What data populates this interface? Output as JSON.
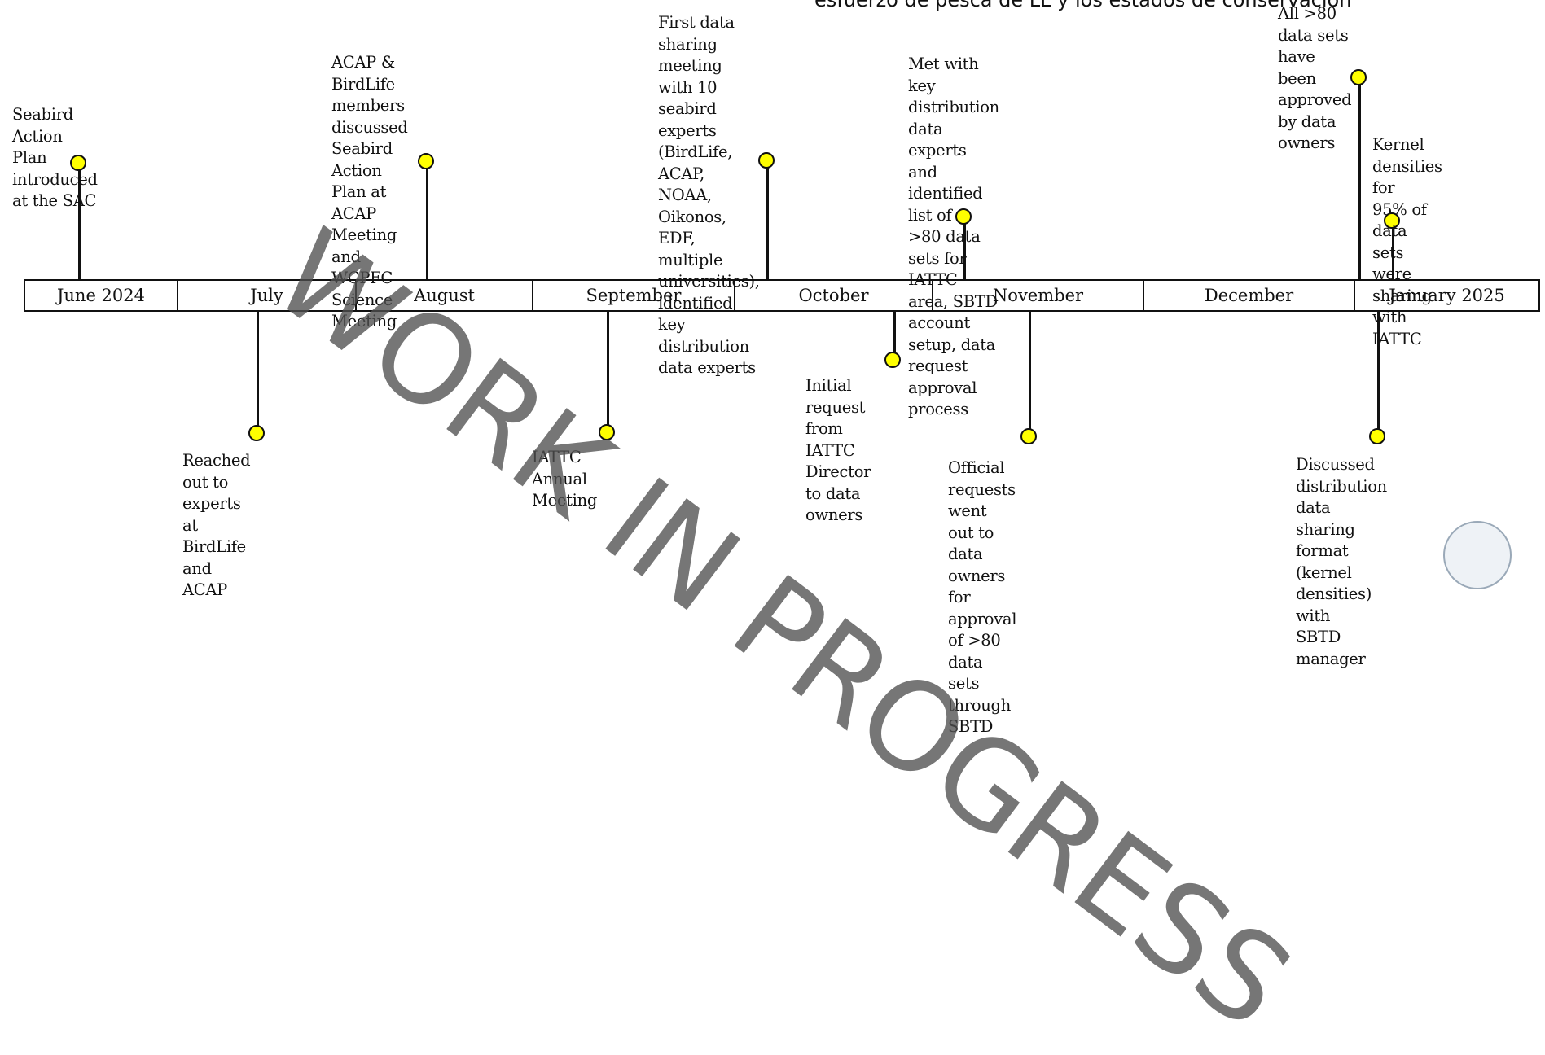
{
  "header_caption": "esfuerzo de pesca de LL y los estados de conservación",
  "watermark": "WORK IN PROGRESS",
  "months": [
    "June 2024",
    "July",
    "August",
    "September",
    "October",
    "November",
    "December",
    "January 2025"
  ],
  "milestones_above": [
    "Seabird Action Plan\nintroduced at the SAC",
    "ACAP & BirdLife members\ndiscussed Seabird Action\nPlan at ACAP Meeting and\nWCPFC Science Meeting",
    "First data sharing meeting\nwith 10 seabird experts\n(BirdLife, ACAP, NOAA,\nOikonos, EDF, multiple\nuniversities), identified key\ndistribution data experts",
    "Met with key\ndistribution data experts\nand identified list of\n>80 data sets for IATTC\narea, SBTD account\nsetup, data request\napproval process",
    "All >80 data sets\nhave been approved\nby data owners",
    "Kernel densities for\n95% of data sets were\nsharing with IATTC"
  ],
  "milestones_below": [
    "Reached out to experts\nat BirdLife and ACAP",
    "IATTC Annual Meeting",
    "Initial request from\nIATTC Director to data\nowners",
    "Official requests went\nout to data owners for\napproval of >80 data\nsets through SBTD",
    "Discussed distribution\ndata sharing format\n(kernel densities) with\nSBTD manager"
  ],
  "colors": {
    "pin": "#ffff00",
    "line": "#111111",
    "watermark": "#505050"
  }
}
